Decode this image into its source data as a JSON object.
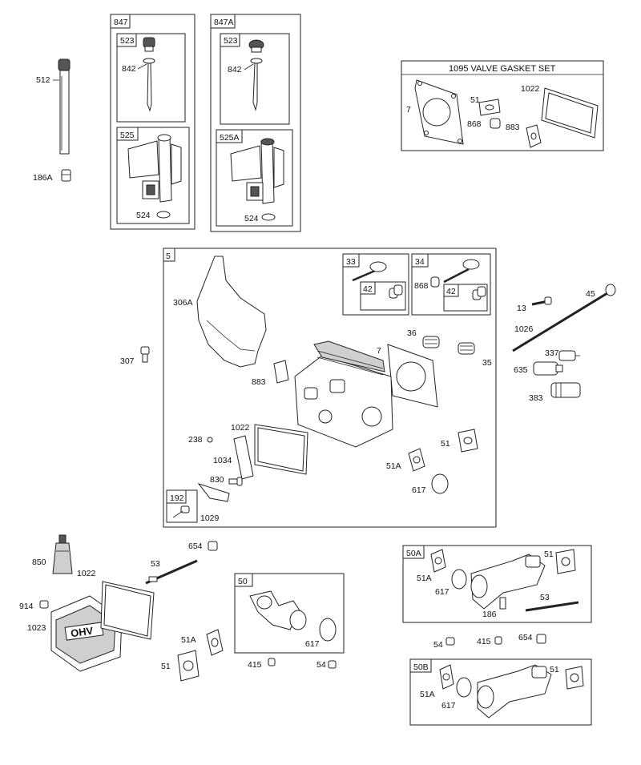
{
  "kits": {
    "k847": {
      "tag": "847",
      "dipstick_tag": "523",
      "seal_label": "842",
      "tube_tag": "525",
      "oring_label": "524"
    },
    "k847a": {
      "tag": "847A",
      "dipstick_tag": "523",
      "seal_label": "842",
      "tube_tag": "525A",
      "oring_label": "524"
    },
    "valve_gasket_set": {
      "title": "1095 VALVE GASKET SET",
      "labels": [
        "7",
        "51",
        "1022",
        "868",
        "883"
      ]
    },
    "head": {
      "tag": "5",
      "sub33": {
        "tag": "33",
        "keeper_tag": "42"
      },
      "sub34": {
        "tag": "34",
        "seal_label": "868",
        "keeper_tag": "42"
      },
      "sub192": {
        "tag": "192",
        "label": "1029"
      },
      "labels": {
        "shield": "306A",
        "gasket883": "883",
        "gasket1022": "1022",
        "breather_plug": "238",
        "breather": "1034",
        "screw830": "830",
        "spring36": "36",
        "spring35": "35",
        "head_gasket": "7",
        "gasket51": "51",
        "gasket51a": "51A",
        "oring617": "617"
      }
    },
    "free": {
      "dipstick_tube": "512",
      "grommet": "186A",
      "bolt307": "307",
      "bolt13": "13",
      "pushrod": "1026",
      "rod45": "45",
      "plug337": "337",
      "spacer635": "635",
      "screw383": "383",
      "sealant": "850",
      "gasket1022": "1022",
      "stud53": "53",
      "nut654": "654",
      "screw914": "914",
      "cover": "1023",
      "gasket51a": "51A",
      "gasket51": "51",
      "nut415": "415",
      "screw54": "54"
    },
    "k50": {
      "tag": "50",
      "oring617": "617"
    },
    "k50a": {
      "tag": "50A",
      "labels": {
        "gasket51": "51",
        "gasket51a": "51A",
        "oring617": "617",
        "stud53": "53",
        "grommet186": "186"
      }
    },
    "between": {
      "screw54": "54",
      "nut415": "415",
      "nut654": "654"
    },
    "k50b": {
      "tag": "50B",
      "labels": {
        "gasket51": "51",
        "gasket51a": "51A",
        "oring617": "617"
      }
    }
  },
  "cover_logo": "OHV"
}
